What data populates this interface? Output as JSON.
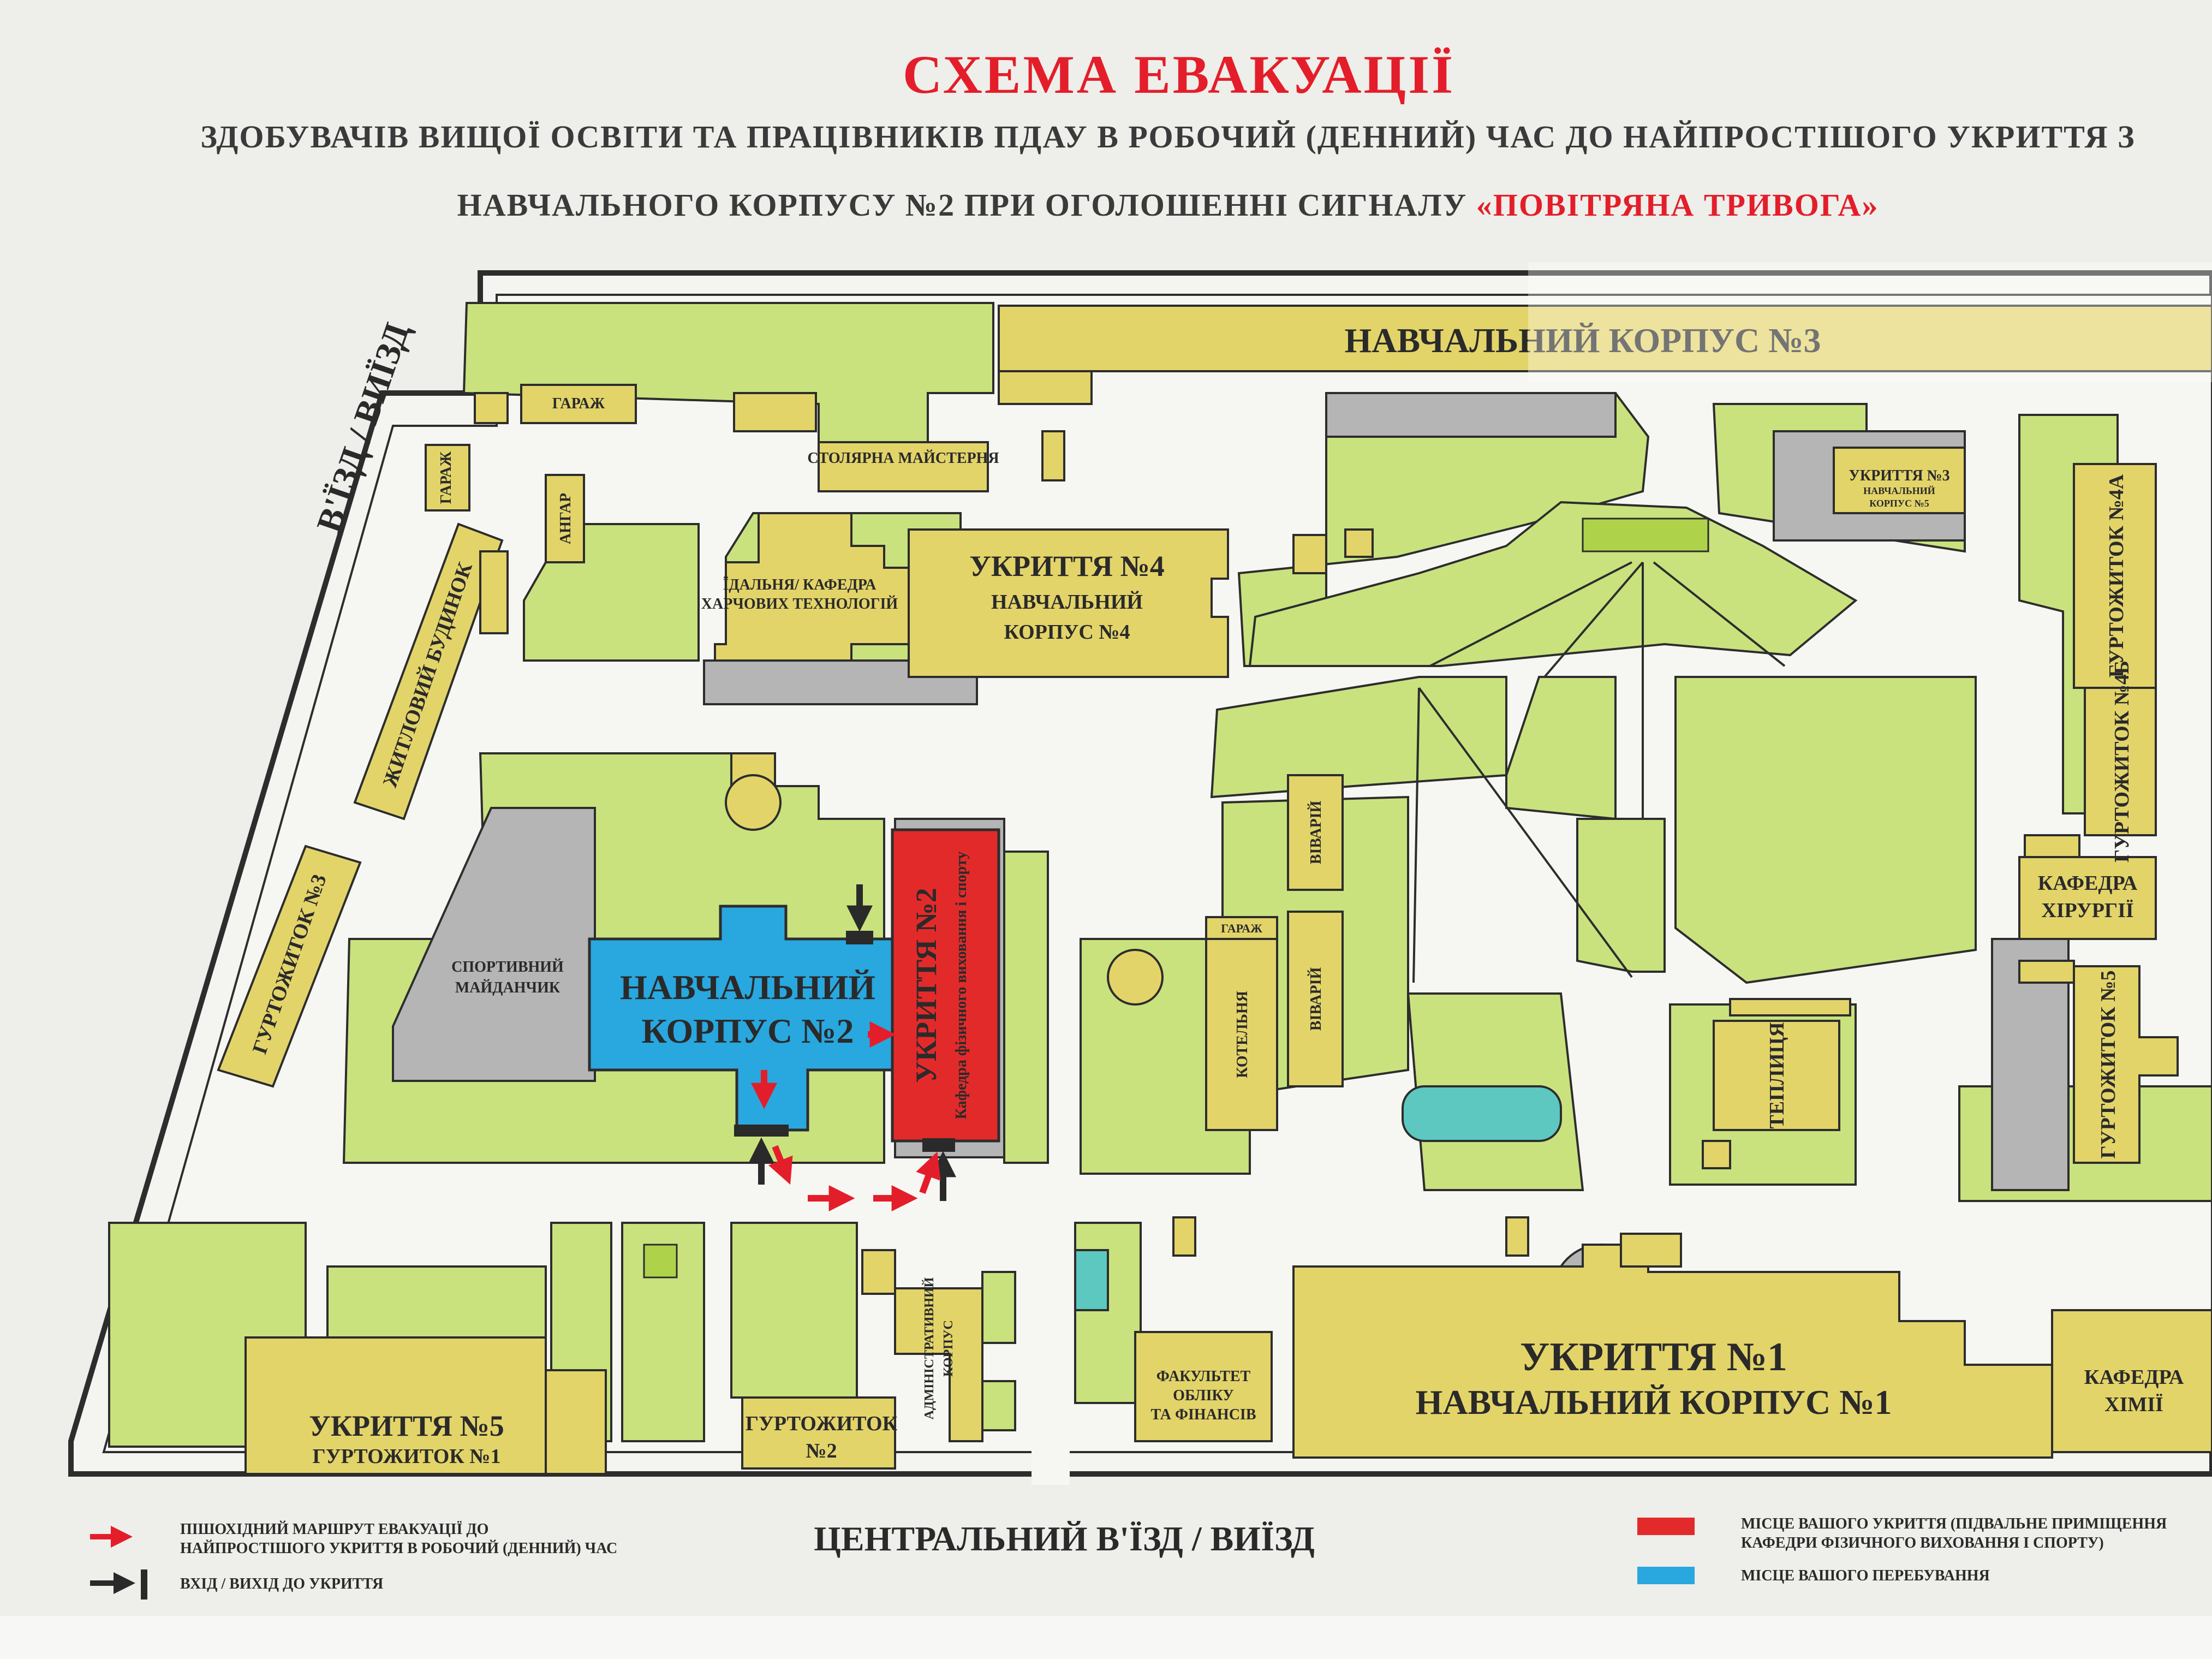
{
  "title": "СХЕМА ЕВАКУАЦІЇ",
  "subtitle_line1": "ЗДОБУВАЧІВ ВИЩОЇ ОСВІТИ ТА ПРАЦІВНИКІВ ПДАУ В РОБОЧИЙ (ДЕННИЙ) ЧАС  ДО  НАЙПРОСТІШОГО УКРИТТЯ З",
  "subtitle_line2_prefix": "НАВЧАЛЬНОГО КОРПУСУ №2 ПРИ ОГОЛОШЕННІ СИГНАЛУ ",
  "subtitle_line2_signal": "«ПОВІТРЯНА ТРИВОГА»",
  "entrance_side": "В'ЇЗД / ВИЇЗД",
  "central_entrance": "ЦЕНТРАЛЬНИЙ В'ЇЗД / ВИЇЗД",
  "buildings": {
    "nk3": "НАВЧАЛЬНИЙ КОРПУС №3",
    "garage": "ГАРАЖ",
    "carpentry": "СТОЛЯРНА МАЙСТЕРНЯ",
    "garage_v": "ГАРАЖ",
    "barn_v": "АНГАР",
    "residential": "ЖИТЛОВИЙ БУДИНОК",
    "canteen_l1": "ЇДАЛЬНЯ/ КАФЕДРА",
    "canteen_l2": "ХАРЧОВИХ ТЕХНОЛОГІЙ",
    "shelter4_l1": "УКРИТТЯ №4",
    "shelter4_l2": "НАВЧАЛЬНИЙ",
    "shelter4_l3": "КОРПУС №4",
    "shelter3_l1": "УКРИТТЯ №3",
    "shelter3_l2": "НАВЧАЛЬНИЙ",
    "shelter3_l3": "КОРПУС №5",
    "dorm4a": "ГУРТОЖИТОК №4А",
    "dorm4b": "ГУРТОЖИТОК №4Б",
    "surgery_l1": "КАФЕДРА",
    "surgery_l2": "ХІРУРГІЇ",
    "dorm5": "ГУРТОЖИТОК №5",
    "dorm3": "ГУРТОЖИТОК №3",
    "sport_l1": "СПОРТИВНИЙ",
    "sport_l2": "МАЙДАНЧИК",
    "nk2_l1": "НАВЧАЛЬНИЙ",
    "nk2_l2": "КОРПУС №2",
    "shelter2_l1": "УКРИТТЯ №2",
    "shelter2_l2": "Кафедра фізичного виховання і спорту",
    "vivarium1": "ВІВАРІЙ",
    "vivarium2": "ВІВАРІЙ",
    "garage_small": "ГАРАЖ",
    "boiler": "КОТЕЛЬНЯ",
    "greenhouse": "ТЕПЛИЦЯ",
    "admin_l1": "АДМІНІСТРАТИВНИЙ",
    "admin_l2": "КОРПУС",
    "shelter5_l1": "УКРИТТЯ №5",
    "shelter5_l2": "ГУРТОЖИТОК №1",
    "dorm2_l1": "ГУРТОЖИТОК",
    "dorm2_l2": "№2",
    "faculty_l1": "ФАКУЛЬТЕТ",
    "faculty_l2": "ОБЛІКУ",
    "faculty_l3": "ТА ФІНАНСІВ",
    "shelter1_l1": "УКРИТТЯ №1",
    "shelter1_l2": "НАВЧАЛЬНИЙ КОРПУС №1",
    "chem_l1": "КАФЕДРА",
    "chem_l2": "ХІМІЇ"
  },
  "legend": {
    "route_l1": "ПІШОХІДНИЙ МАРШРУТ ЕВАКУАЦІЇ ДО",
    "route_l2": "НАЙПРОСТІШОГО УКРИТТЯ В РОБОЧИЙ (ДЕННИЙ) ЧАС",
    "entry": "ВХІД / ВИХІД ДО УКРИТТЯ",
    "shelter_l1": "МІСЦЕ ВАШОГО УКРИТТЯ (ПІДВАЛЬНЕ ПРИМІЩЕННЯ",
    "shelter_l2": "КАФЕДРИ ФІЗИЧНОГО ВИХОВАННЯ І СПОРТУ)",
    "here": "МІСЦЕ ВАШОГО ПЕРЕБУВАННЯ"
  },
  "colors": {
    "building": "#e3d46a",
    "green": "#c9e27e",
    "gray": "#b5b5b5",
    "shelter": "#e32a2a",
    "current_location": "#29a7df",
    "water": "#5cc8c0",
    "route_arrow": "#e31e2a",
    "entry_marker": "#2a2a2a"
  }
}
